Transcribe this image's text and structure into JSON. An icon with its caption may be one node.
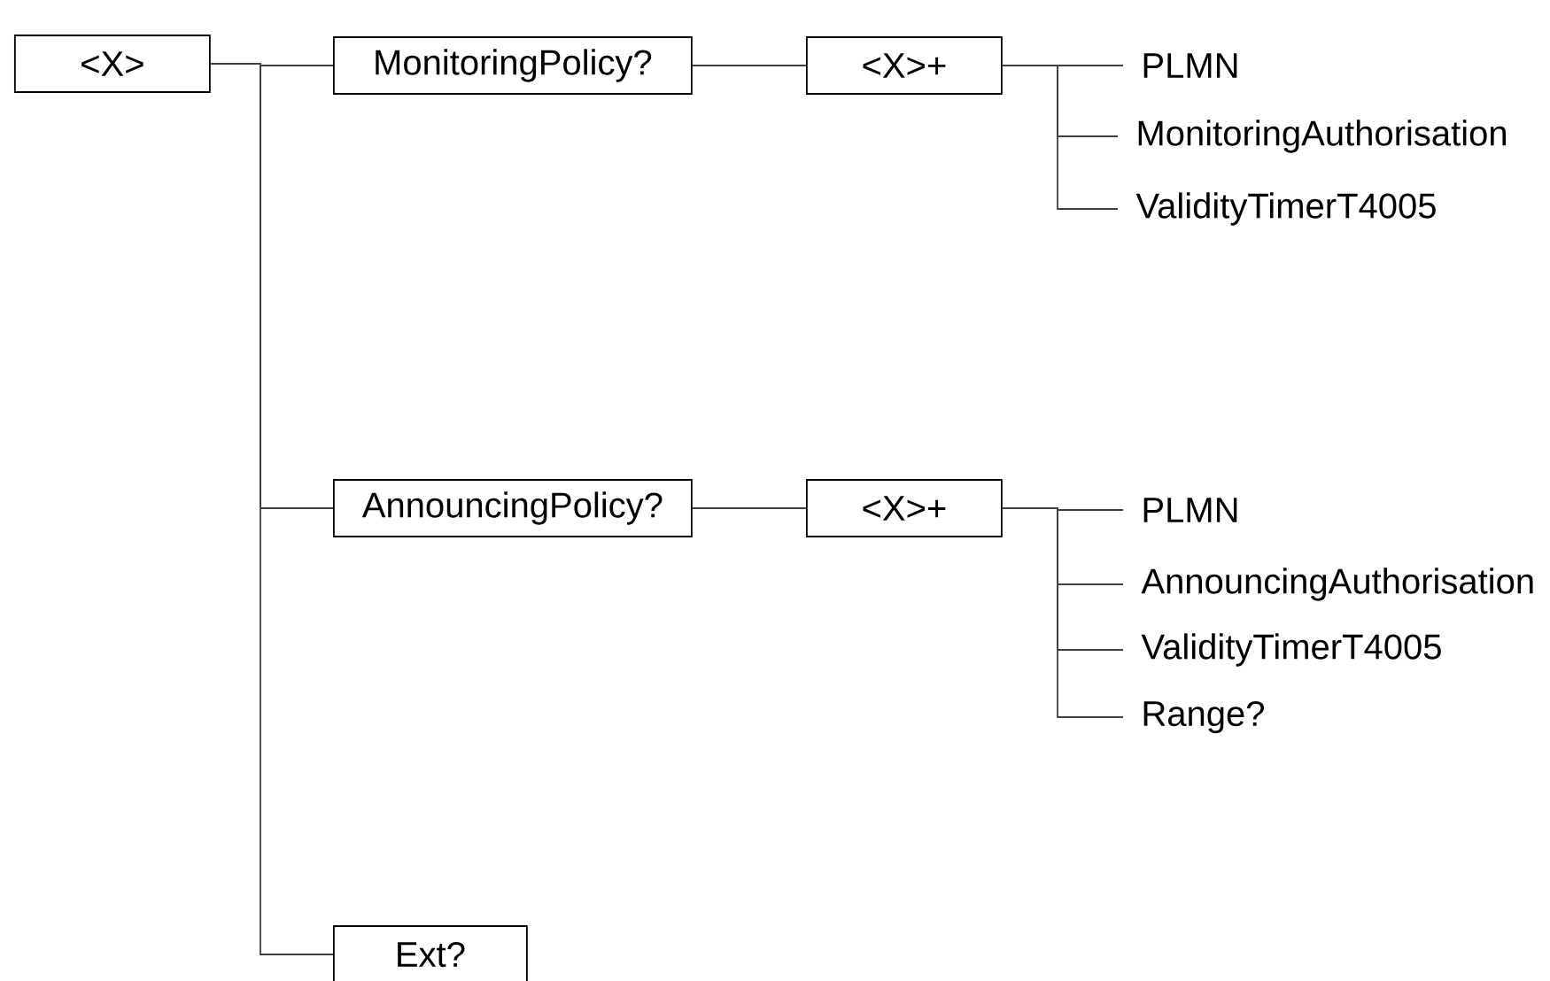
{
  "diagram": {
    "nodes": [
      {
        "text": [
          "<X>"
        ]
      },
      {
        "text": [
          "MonitoringPolicy?"
        ]
      },
      {
        "text": [
          "<X>+"
        ]
      },
      {
        "text": [
          "PLMN"
        ]
      },
      {
        "text": [
          "MonitoringAuthorisation"
        ]
      },
      {
        "text": [
          "ValidityTimerT4005"
        ]
      },
      {
        "text": [
          "AnnouncingPolicy?"
        ]
      },
      {
        "text": [
          "<X>+"
        ]
      },
      {
        "text": [
          "PLMN"
        ]
      },
      {
        "text": [
          "AnnouncingAuthorisation"
        ]
      },
      {
        "text": [
          "ValidityTimerT4005"
        ]
      },
      {
        "text": [
          "Range?"
        ]
      },
      {
        "text": [
          "Ext?"
        ]
      }
    ],
    "edges": [
      {
        "from": 0,
        "to": 1,
        "arrow": "none"
      },
      {
        "from": 0,
        "to": 6,
        "arrow": "none"
      },
      {
        "from": 0,
        "to": 12,
        "arrow": "none"
      },
      {
        "from": 1,
        "to": 2,
        "arrow": "none"
      },
      {
        "from": 2,
        "to": 3,
        "arrow": "none"
      },
      {
        "from": 2,
        "to": 4,
        "arrow": "none"
      },
      {
        "from": 2,
        "to": 5,
        "arrow": "none"
      },
      {
        "from": 6,
        "to": 7,
        "arrow": "none"
      },
      {
        "from": 7,
        "to": 8,
        "arrow": "none"
      },
      {
        "from": 7,
        "to": 9,
        "arrow": "none"
      },
      {
        "from": 7,
        "to": 10,
        "arrow": "none"
      },
      {
        "from": 7,
        "to": 11,
        "arrow": "none"
      }
    ]
  }
}
